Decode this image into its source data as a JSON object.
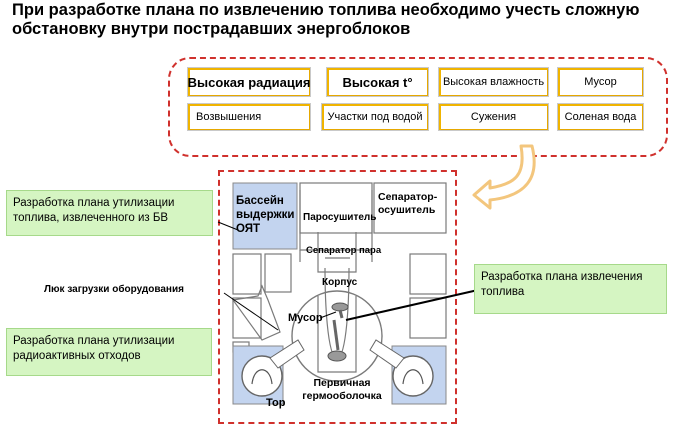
{
  "title": {
    "line1": "При разработке плана по извлечению топлива необходимо учесть сложную",
    "line2": "обстановку внутри пострадавших энергоблоков"
  },
  "conditions": [
    "Высокая радиация",
    "Высокая t°",
    "Высокая влажность",
    "Мусор",
    "Возвышения",
    "Участки под водой",
    "Сужения",
    "Соленая вода"
  ],
  "notes": {
    "spent_fuel_plan": "Разработка плана утилизации топлива, извлеченного из БВ",
    "waste_plan": "Разработка плана утилизации радиоактивных отходов",
    "fuel_removal_plan": "Разработка плана извлечения топлива"
  },
  "labels": {
    "pool": "Бассейн выдержки ОЯТ",
    "separator_dryer": "Сепаратор-осушитель",
    "dryer": "Паросушитель",
    "steam_separator": "Сепаратор пара",
    "hatch": "Люк загрузки оборудования",
    "vessel": "Корпус",
    "debris": "Мусор",
    "torus": "Тор",
    "containment": "Первичная гермооболочка"
  },
  "colors": {
    "dashed_border": "#d0312d",
    "note_fill": "#d5f5c2",
    "pool_fill": "#c3d4ef",
    "condition_accent": "#f0b400"
  }
}
